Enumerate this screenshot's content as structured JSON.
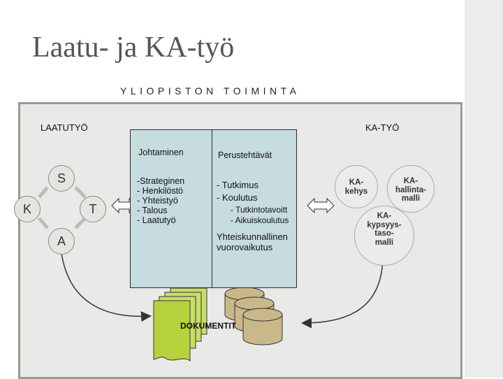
{
  "title": "Laatu- ja KA-työ",
  "subtitle": "YLIOPISTON TOIMINTA",
  "left_label": "LAATUTYÖ",
  "right_label": "KA-TYÖ",
  "cycle": {
    "s": "S",
    "t": "T",
    "a": "A",
    "k": "K"
  },
  "column_left": {
    "heading": "Johtaminen",
    "items": [
      "-Strateginen",
      "- Henkilöstö",
      "- Yhteistyö",
      "- Talous",
      "- Laatutyö"
    ]
  },
  "column_right": {
    "heading": "Perustehtävät",
    "item1": "- Tutkimus",
    "item2": "- Koulutus",
    "sub1": "- Tutkintotavoitt",
    "sub2": "- Aikuiskoulutus",
    "extra_line1": "Yhteiskunnallinen",
    "extra_line2": "vuorovaikutus"
  },
  "ka_models": {
    "kehys": "KA-\nkehys",
    "hallinta": "KA-\nhallinta-\nmalli",
    "kypsyys": "KA-\nkypsyys-\ntaso-\nmalli"
  },
  "documents_label": "DOKUMENTIT"
}
